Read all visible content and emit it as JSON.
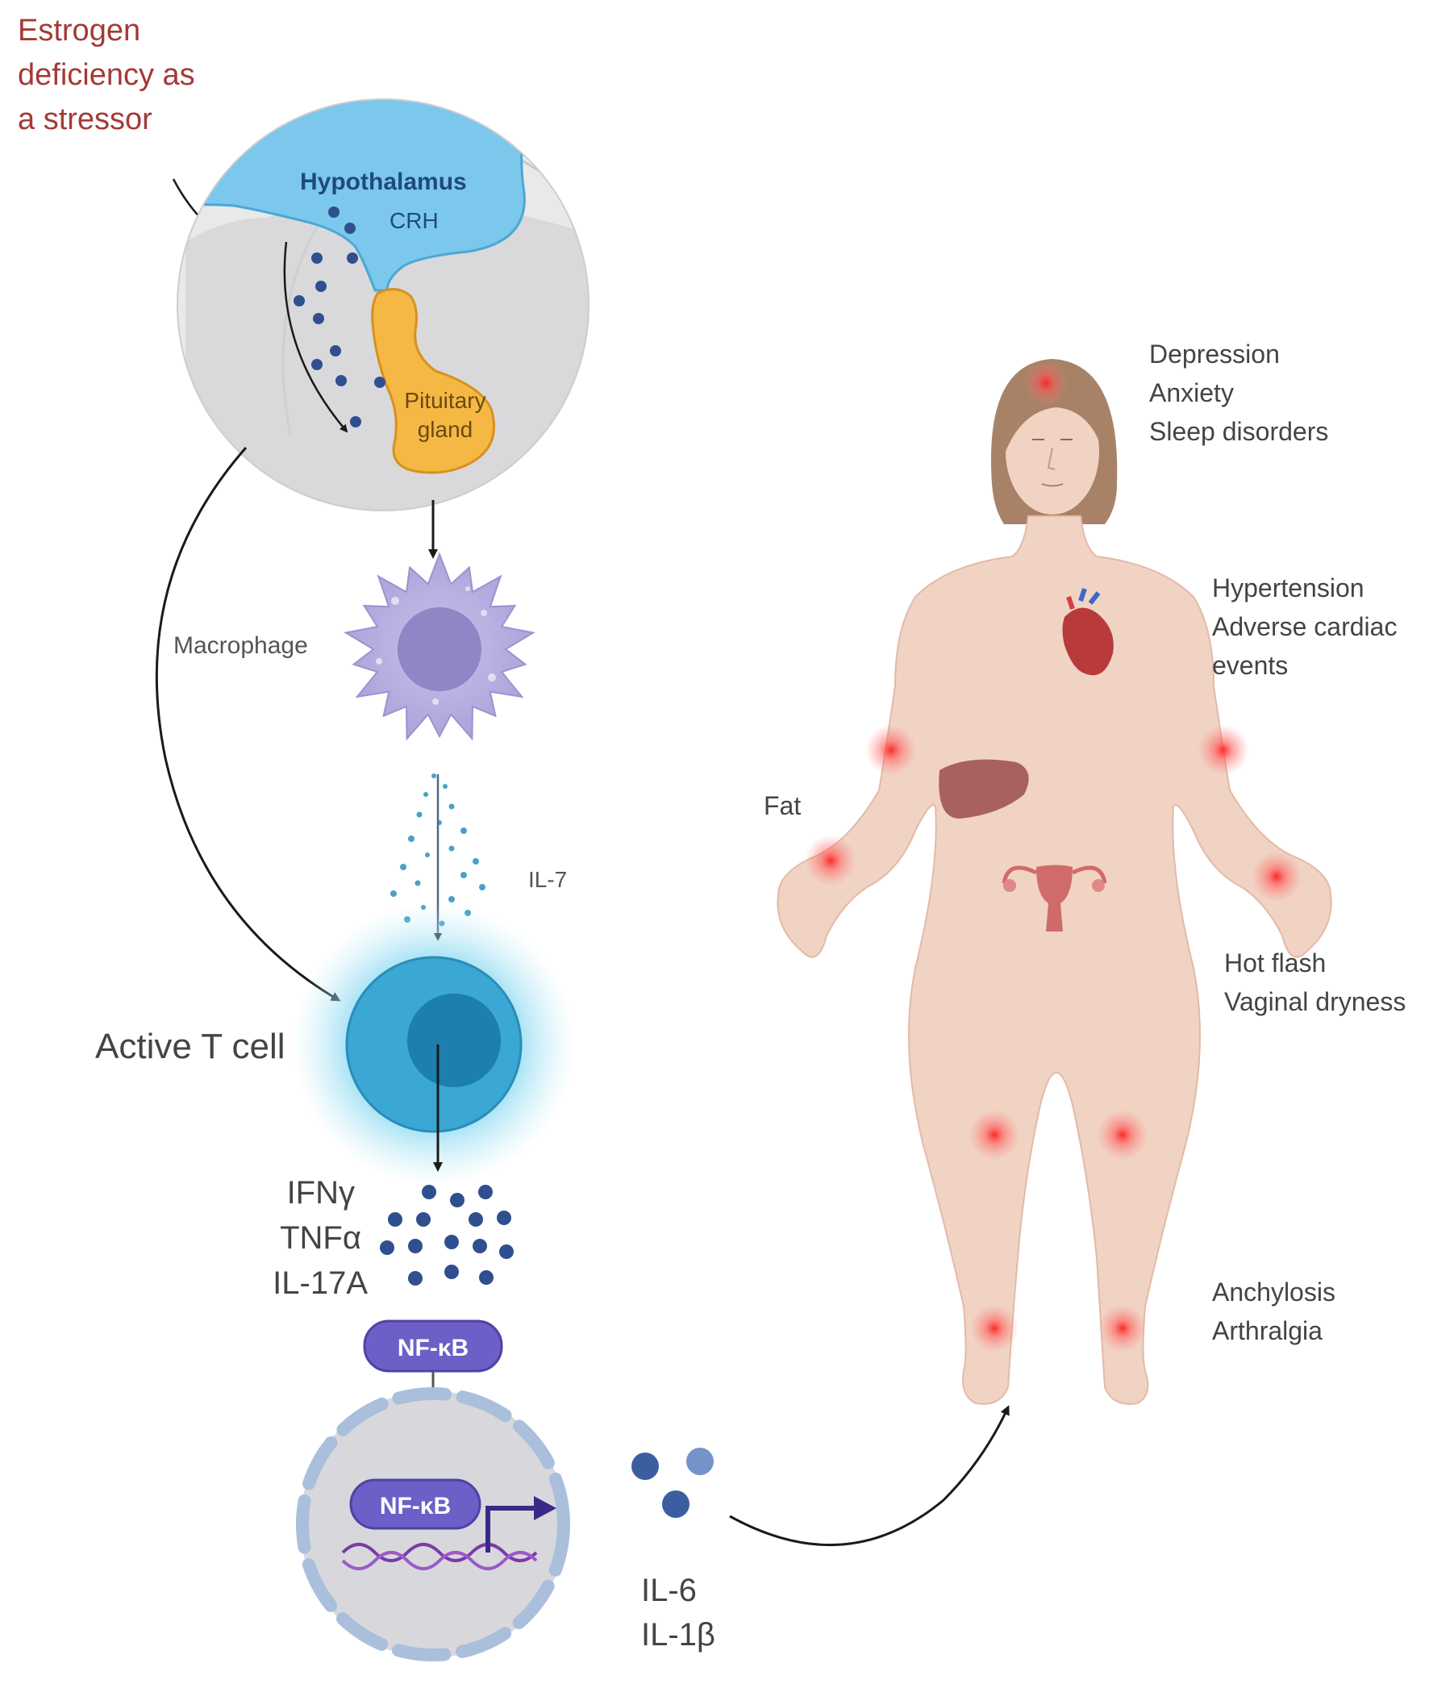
{
  "stressor": {
    "lines": [
      "Estrogen",
      "deficiency as",
      "a stressor"
    ],
    "color": "#a43a35"
  },
  "brain": {
    "hypothalamus": "Hypothalamus",
    "crh": "CRH",
    "pituitary_lines": [
      "Pituitary",
      "gland"
    ]
  },
  "cells": {
    "macrophage": "Macrophage",
    "il7": "IL-7",
    "t_cell": "Active T cell",
    "cytokines": [
      "IFNγ",
      "TNFα",
      "IL-17A"
    ],
    "nfkb_outer": "NF-κB",
    "nfkb_inner": "NF-κB",
    "secreted": [
      "IL-6",
      "IL-1β"
    ]
  },
  "symptoms": {
    "head": [
      "Depression",
      "Anxiety",
      "Sleep disorders"
    ],
    "heart": [
      "Hypertension",
      "Adverse cardiac",
      "events"
    ],
    "fat": "Fat",
    "reproductive": [
      "Hot flash",
      "Vaginal dryness"
    ],
    "joints": [
      "Anchylosis",
      "Arthralgia"
    ]
  },
  "colors": {
    "hypothalamus": "#7cc8ec",
    "pituitary": "#f5b844",
    "macrophage": "#b5afde",
    "t_cell": "#3aa7d4",
    "nfkb": "#6c5fc7",
    "dots": "#2f4f8f",
    "skin": "#f1d3c4",
    "hair": "#a88266",
    "inflammation": "#ff3b3b"
  }
}
